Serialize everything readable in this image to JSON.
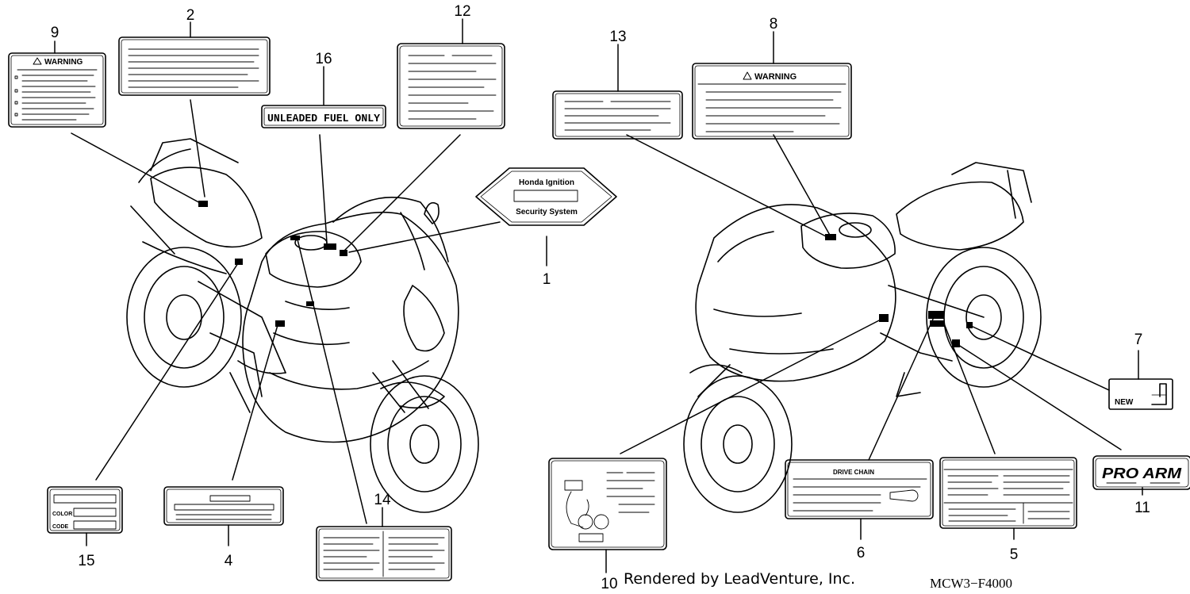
{
  "callouts": [
    "1",
    "2",
    "4",
    "5",
    "6",
    "7",
    "8",
    "9",
    "10",
    "11",
    "12",
    "13",
    "14",
    "15",
    "16"
  ],
  "labels": {
    "unleaded": "UNLEADED FUEL ONLY",
    "warning_9": "WARNING",
    "warning_8": "WARNING",
    "color": "COLOR",
    "code": "CODE",
    "drive_chain": "DRIVE CHAIN",
    "new": "NEW",
    "pro_arm": "PRO ARM",
    "honda_ignition": "Honda Ignition",
    "security_system": "Security System"
  },
  "footer": {
    "credit": "Rendered by LeadVenture, Inc.",
    "diagram_code": "MCW3−F4000"
  }
}
